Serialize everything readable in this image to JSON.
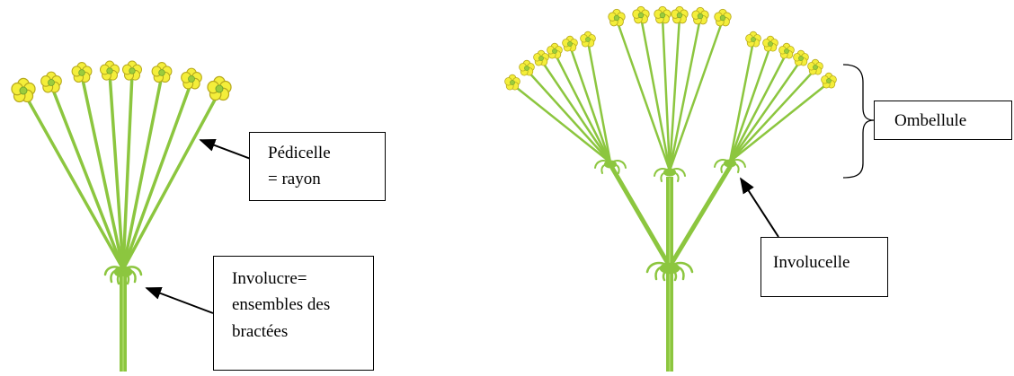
{
  "labels": {
    "pedicelle": [
      "Pédicelle",
      "= rayon"
    ],
    "involucre": [
      "Involucre=",
      "ensembles des",
      "bractées"
    ],
    "ombellule": "Ombellule",
    "involucelle": "Involucelle"
  },
  "colors": {
    "stem": "#8cc63f",
    "stem_dark": "#6fa52e",
    "flower_petal": "#f4ee3a",
    "flower_edge": "#b7a91e",
    "flower_center": "#9ccc3c",
    "line": "#000000"
  }
}
